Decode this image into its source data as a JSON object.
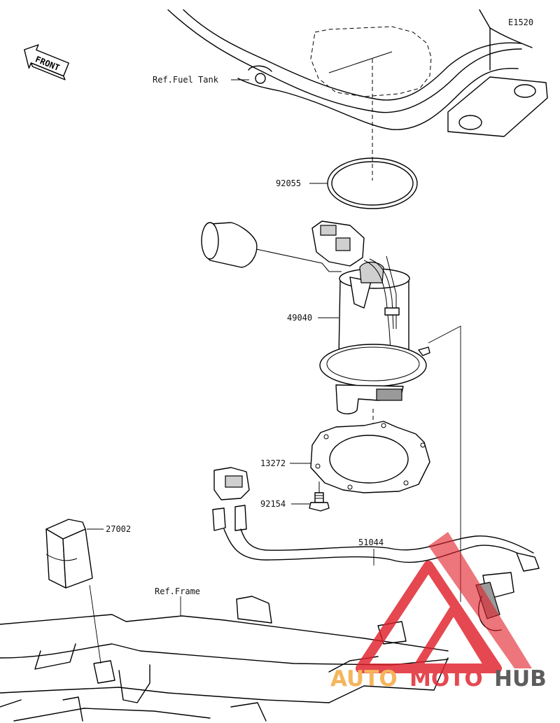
{
  "diagram_code": "E1520",
  "front_label": "FRONT",
  "labels": {
    "fuel_tank": "Ref.Fuel Tank",
    "o_ring": "92055",
    "fuel_pump": "49040",
    "gasket": "13272",
    "bolt": "92154",
    "relay": "27002",
    "wire_harness": "51044",
    "frame": "Ref.Frame"
  },
  "watermark": {
    "text_part1": "AUTO",
    "text_part2": "MOTO",
    "text_part3": "HUB",
    "color_logo": "#e0202a",
    "color_auto": "#f4a63a",
    "color_hub": "#3a3a3a"
  }
}
